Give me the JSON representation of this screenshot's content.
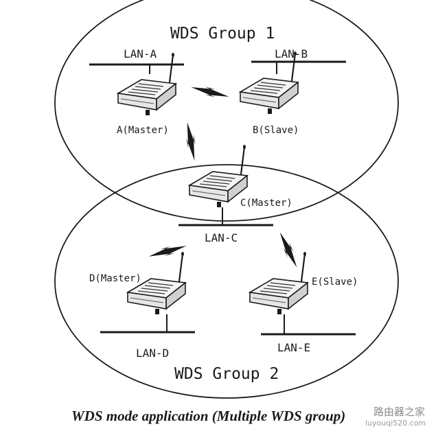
{
  "groups": {
    "group1": "WDS Group 1",
    "group2": "WDS Group 2"
  },
  "lans": {
    "a": "LAN-A",
    "b": "LAN-B",
    "c": "LAN-C",
    "d": "LAN-D",
    "e": "LAN-E"
  },
  "routers": {
    "a": "A(Master)",
    "b": "B(Slave)",
    "c": "C(Master)",
    "d": "D(Master)",
    "e": "E(Slave)"
  },
  "caption": "WDS mode application (Multiple WDS group)",
  "watermark": {
    "line1": "路由器之家",
    "line2": "luyouqi520.com"
  },
  "colors": {
    "ink": "#1a1a1a",
    "background": "#ffffff"
  },
  "icons": {
    "router": "router-icon",
    "link": "lightning-bolt-icon"
  }
}
